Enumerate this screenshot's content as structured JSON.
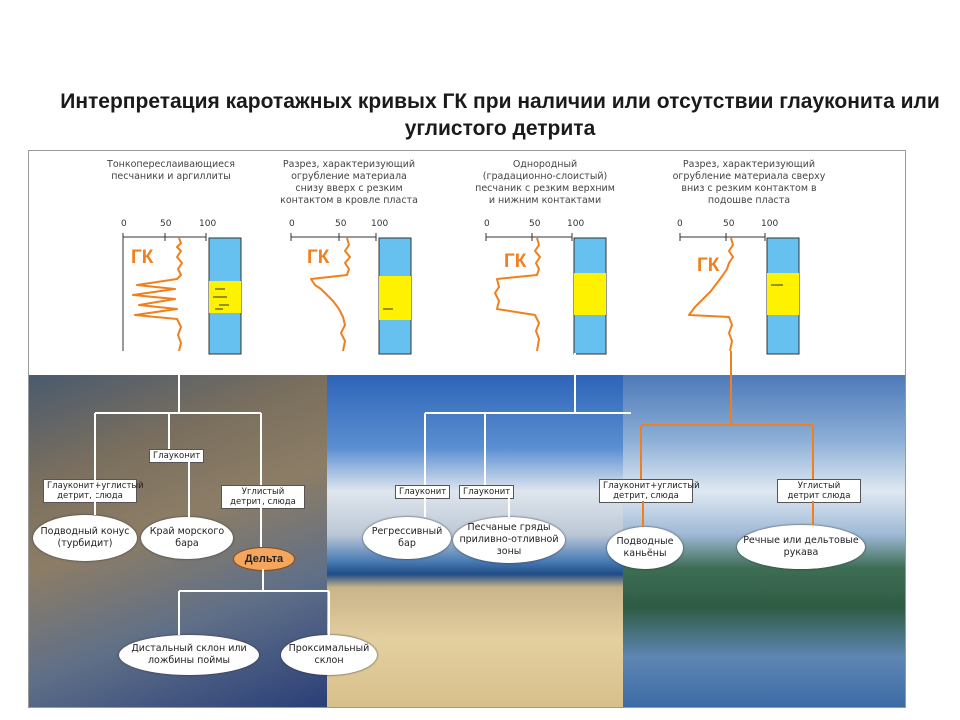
{
  "title": "Интерпретация каротажных кривых ГК при наличии или отсутствии глауконита или углистого детрита",
  "columns": [
    {
      "caption": "Тонкопереслаивающиеся песчаники и аргиллиты",
      "gk": "ГК",
      "ticks": [
        "0",
        "50",
        "100"
      ]
    },
    {
      "caption": "Разрез, характеризующий огрубление материала снизу вверх с резким контактом в кровле пласта",
      "gk": "ГК",
      "ticks": [
        "0",
        "50",
        "100"
      ]
    },
    {
      "caption": "Однородный (градационно-слоистый) песчаник с резким верхним и нижним контактами",
      "gk": "ГК",
      "ticks": [
        "0",
        "50",
        "100"
      ]
    },
    {
      "caption": "Разрез, характеризующий огрубление материала сверху вниз с резким контактом в подошве пласта",
      "gk": "ГК",
      "ticks": [
        "0",
        "50",
        "100"
      ]
    }
  ],
  "labels": {
    "glauconite_1": "Глауконит",
    "glauconite_coal_1": "Глауконит+углистый детрит, слюда",
    "coal_detritus": "Углистый детрит, слюда",
    "glauconite_2": "Глауконит",
    "glauconite_3": "Глауконит",
    "glauconite_coal_2": "Глауконит+углистый детрит, слюда",
    "coal_detritus_2": "Углистый детрит слюда"
  },
  "ovals": {
    "turbidite": "Подводный конус (турбидит)",
    "sea_bar": "Край морского бара",
    "delta": "Дельта",
    "distal": "Дистальный склон или ложбины поймы",
    "proximal": "Проксимальный склон",
    "regressive": "Регрессивный бар",
    "tidal": "Песчаные гряды приливно-отливной зоны",
    "canyons": "Подводные каньёны",
    "river": "Речные или дельтовые рукава"
  },
  "colors": {
    "curve": "#f0801e",
    "column_blue": "#66c0f0",
    "column_yellow": "#fff200",
    "connector": "#ffffff",
    "connector_orange": "#f0801e"
  }
}
